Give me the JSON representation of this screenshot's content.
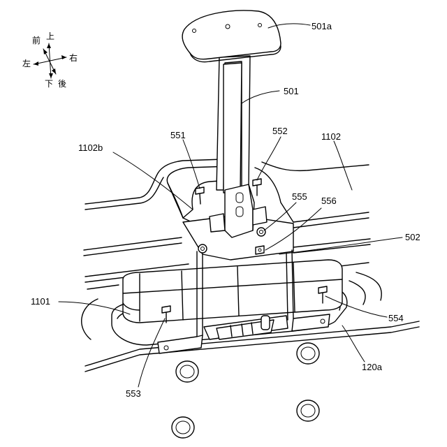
{
  "compass": {
    "front": "前",
    "up": "上",
    "left": "左",
    "right": "右",
    "down": "下",
    "rear": "後"
  },
  "labels": {
    "l501a": "501a",
    "l501": "501",
    "l551": "551",
    "l552": "552",
    "l1102": "1102",
    "l1102b": "1102b",
    "l555": "555",
    "l556": "556",
    "l502": "502",
    "l1101": "1101",
    "l554": "554",
    "l553": "553",
    "l120a": "120a"
  }
}
